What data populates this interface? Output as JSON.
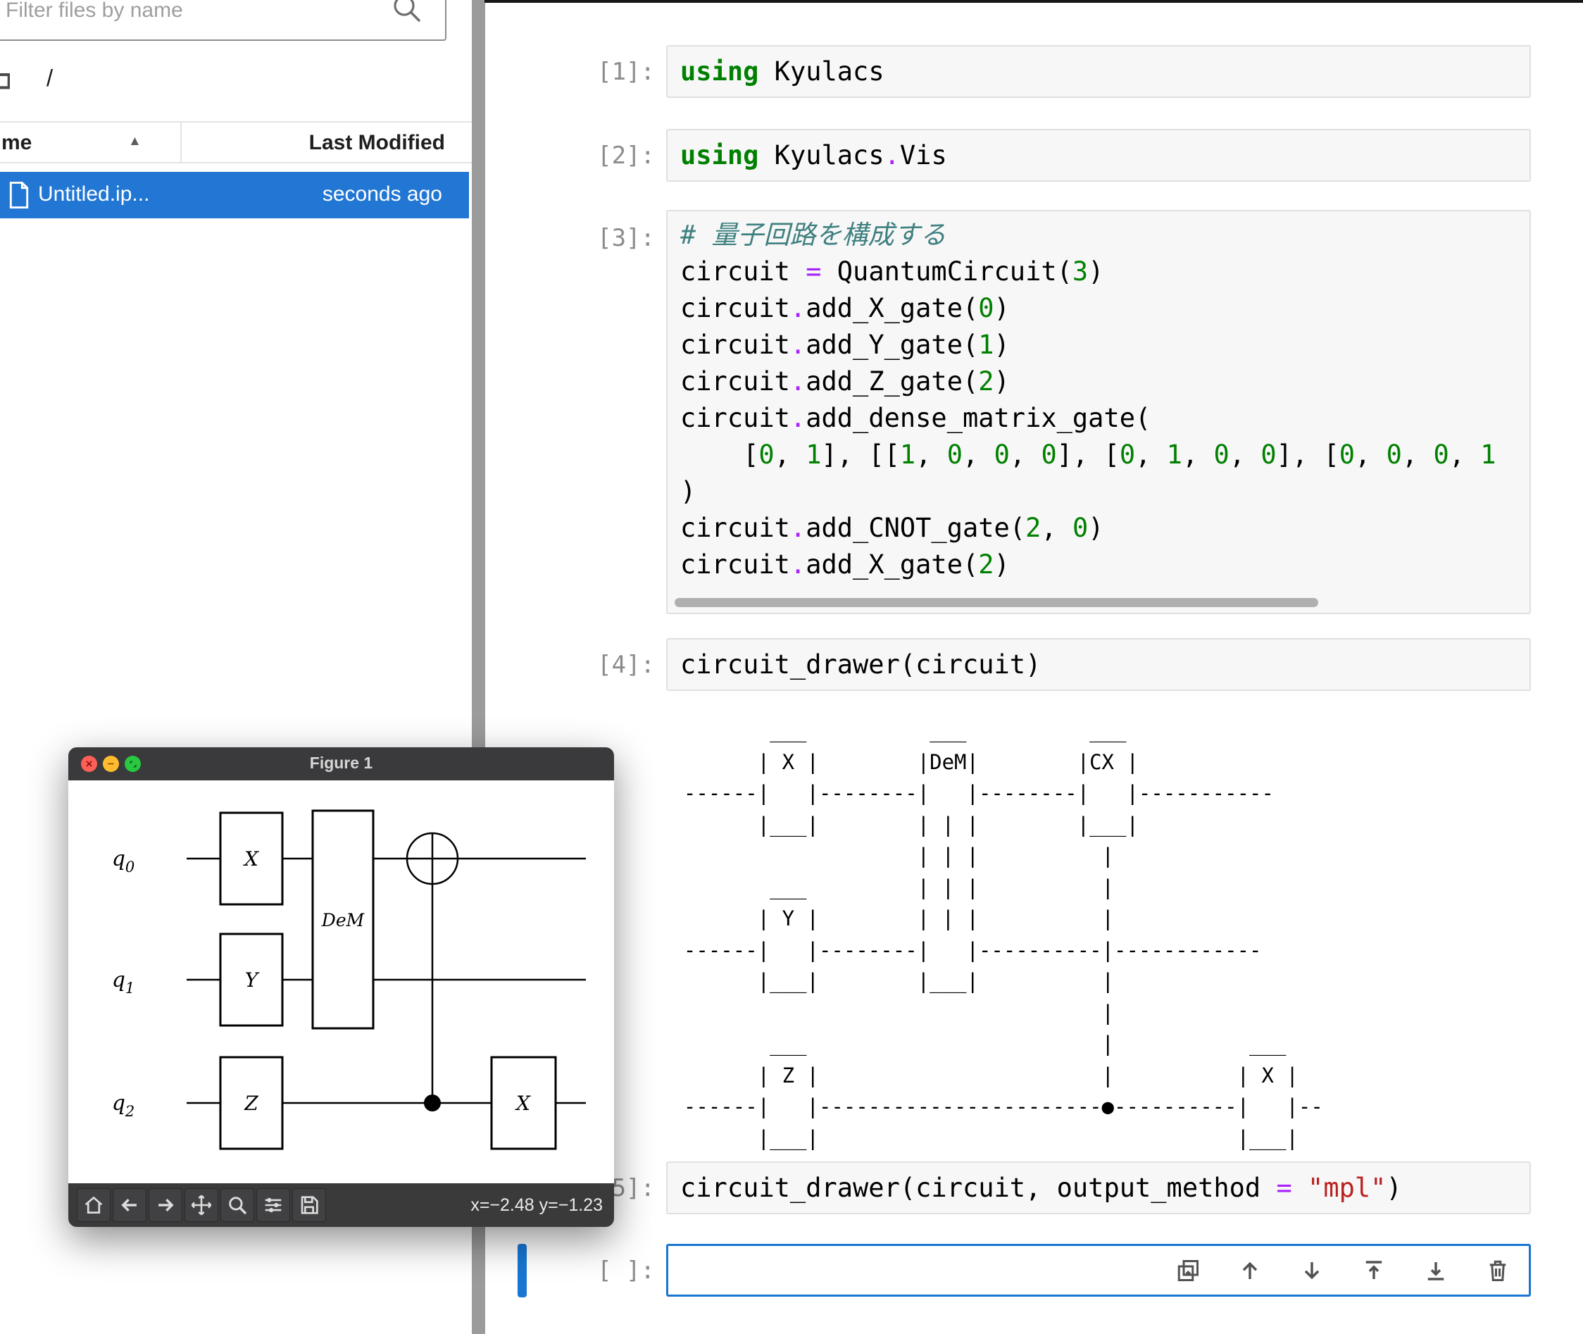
{
  "colors": {
    "selection_blue": "#2277d4",
    "active_cell_blue": "#1976d2",
    "keyword_green": "#008000",
    "operator_purple": "#AA22FF",
    "string_red": "#BA2121",
    "comment_teal": "#408080"
  },
  "filebrowser": {
    "filter_placeholder": "Filter files by name",
    "breadcrumb_separator": "/",
    "columns": {
      "name": "me",
      "sort_caret": "▲",
      "modified": "Last Modified"
    },
    "selected_row": {
      "name": "Untitled.ip...",
      "modified": "seconds ago"
    }
  },
  "notebook": {
    "cells": [
      {
        "prompt": "[1]:",
        "lines": [
          [
            [
              "kw",
              "using"
            ],
            [
              "pl",
              " Kyulacs"
            ]
          ]
        ]
      },
      {
        "prompt": "[2]:",
        "lines": [
          [
            [
              "kw",
              "using"
            ],
            [
              "pl",
              " Kyulacs"
            ],
            [
              "op",
              "."
            ],
            [
              "pl",
              "Vis"
            ]
          ]
        ]
      },
      {
        "prompt": "[3]:",
        "lines": [
          [
            [
              "cm",
              "# 量子回路を構成する"
            ]
          ],
          [
            [
              "pl",
              "circuit "
            ],
            [
              "op",
              "="
            ],
            [
              "pl",
              " QuantumCircuit("
            ],
            [
              "num",
              "3"
            ],
            [
              "pl",
              ")"
            ]
          ],
          [
            [
              "pl",
              "circuit"
            ],
            [
              "op",
              "."
            ],
            [
              "pl",
              "add_X_gate("
            ],
            [
              "num",
              "0"
            ],
            [
              "pl",
              ")"
            ]
          ],
          [
            [
              "pl",
              "circuit"
            ],
            [
              "op",
              "."
            ],
            [
              "pl",
              "add_Y_gate("
            ],
            [
              "num",
              "1"
            ],
            [
              "pl",
              ")"
            ]
          ],
          [
            [
              "pl",
              "circuit"
            ],
            [
              "op",
              "."
            ],
            [
              "pl",
              "add_Z_gate("
            ],
            [
              "num",
              "2"
            ],
            [
              "pl",
              ")"
            ]
          ],
          [
            [
              "pl",
              "circuit"
            ],
            [
              "op",
              "."
            ],
            [
              "pl",
              "add_dense_matrix_gate("
            ]
          ],
          [
            [
              "pl",
              "    ["
            ],
            [
              "num",
              "0"
            ],
            [
              "pl",
              ", "
            ],
            [
              "num",
              "1"
            ],
            [
              "pl",
              "], [["
            ],
            [
              "num",
              "1"
            ],
            [
              "pl",
              ", "
            ],
            [
              "num",
              "0"
            ],
            [
              "pl",
              ", "
            ],
            [
              "num",
              "0"
            ],
            [
              "pl",
              ", "
            ],
            [
              "num",
              "0"
            ],
            [
              "pl",
              "], ["
            ],
            [
              "num",
              "0"
            ],
            [
              "pl",
              ", "
            ],
            [
              "num",
              "1"
            ],
            [
              "pl",
              ", "
            ],
            [
              "num",
              "0"
            ],
            [
              "pl",
              ", "
            ],
            [
              "num",
              "0"
            ],
            [
              "pl",
              "], ["
            ],
            [
              "num",
              "0"
            ],
            [
              "pl",
              ", "
            ],
            [
              "num",
              "0"
            ],
            [
              "pl",
              ", "
            ],
            [
              "num",
              "0"
            ],
            [
              "pl",
              ", "
            ],
            [
              "num",
              "1"
            ]
          ],
          [
            [
              "pl",
              ")"
            ]
          ],
          [
            [
              "pl",
              "circuit"
            ],
            [
              "op",
              "."
            ],
            [
              "pl",
              "add_CNOT_gate("
            ],
            [
              "num",
              "2"
            ],
            [
              "pl",
              ", "
            ],
            [
              "num",
              "0"
            ],
            [
              "pl",
              ")"
            ]
          ],
          [
            [
              "pl",
              "circuit"
            ],
            [
              "op",
              "."
            ],
            [
              "pl",
              "add_X_gate("
            ],
            [
              "num",
              "2"
            ],
            [
              "pl",
              ")"
            ]
          ]
        ]
      },
      {
        "prompt": "[4]:",
        "lines": [
          [
            [
              "pl",
              "circuit_drawer(circuit)"
            ]
          ]
        ]
      },
      {
        "prompt": "[5]:",
        "lines": [
          [
            [
              "pl",
              "circuit_drawer(circuit, output_method "
            ],
            [
              "op",
              "="
            ],
            [
              "pl",
              " "
            ],
            [
              "str",
              "\"mpl\""
            ],
            [
              "pl",
              ")"
            ]
          ]
        ]
      },
      {
        "prompt": "[ ]:",
        "lines": []
      }
    ],
    "ascii_output": [
      "         ___          ___          ___",
      "        | X |        |DeM|        |CX |",
      "  ------|   |--------|   |--------|   |-----------",
      "        |___|        | | |        |___|",
      "                     | | |          |",
      "         ___         | | |          |",
      "        | Y |        | | |          |",
      "  ------|   |--------|   |----------|------------",
      "        |___|        |___|          |",
      "                                    |",
      "         ___                        |           ___",
      "        | Z |                       |          | X |",
      "  ------|   |-----------------------●----------|   |--",
      "        |___|                                  |___|"
    ]
  },
  "figure_window": {
    "title": "Figure 1",
    "coords": "x=−2.48 y=−1.23",
    "qubit_labels": [
      "q0",
      "q1",
      "q2"
    ],
    "gate_labels": {
      "x0": "X",
      "y": "Y",
      "z": "Z",
      "dem": "DeM",
      "x2": "X"
    }
  }
}
